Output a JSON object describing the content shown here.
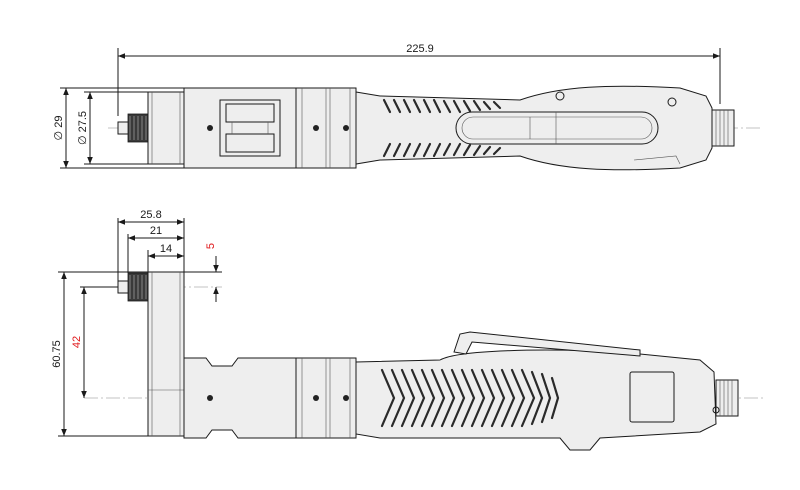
{
  "dimensions": {
    "overall_length": "225.9",
    "diameter_29": "29",
    "diameter_27_5": "27.5",
    "width_25_8": "25.8",
    "width_21": "21",
    "width_14": "14",
    "offset_5": "5",
    "height_60_75": "60.75",
    "height_42": "42"
  },
  "symbols": {
    "diameter": "∅"
  },
  "colors": {
    "line": "#1a1a1a",
    "highlight_dimension": "#e0191c",
    "fill": "#eeeeee"
  }
}
